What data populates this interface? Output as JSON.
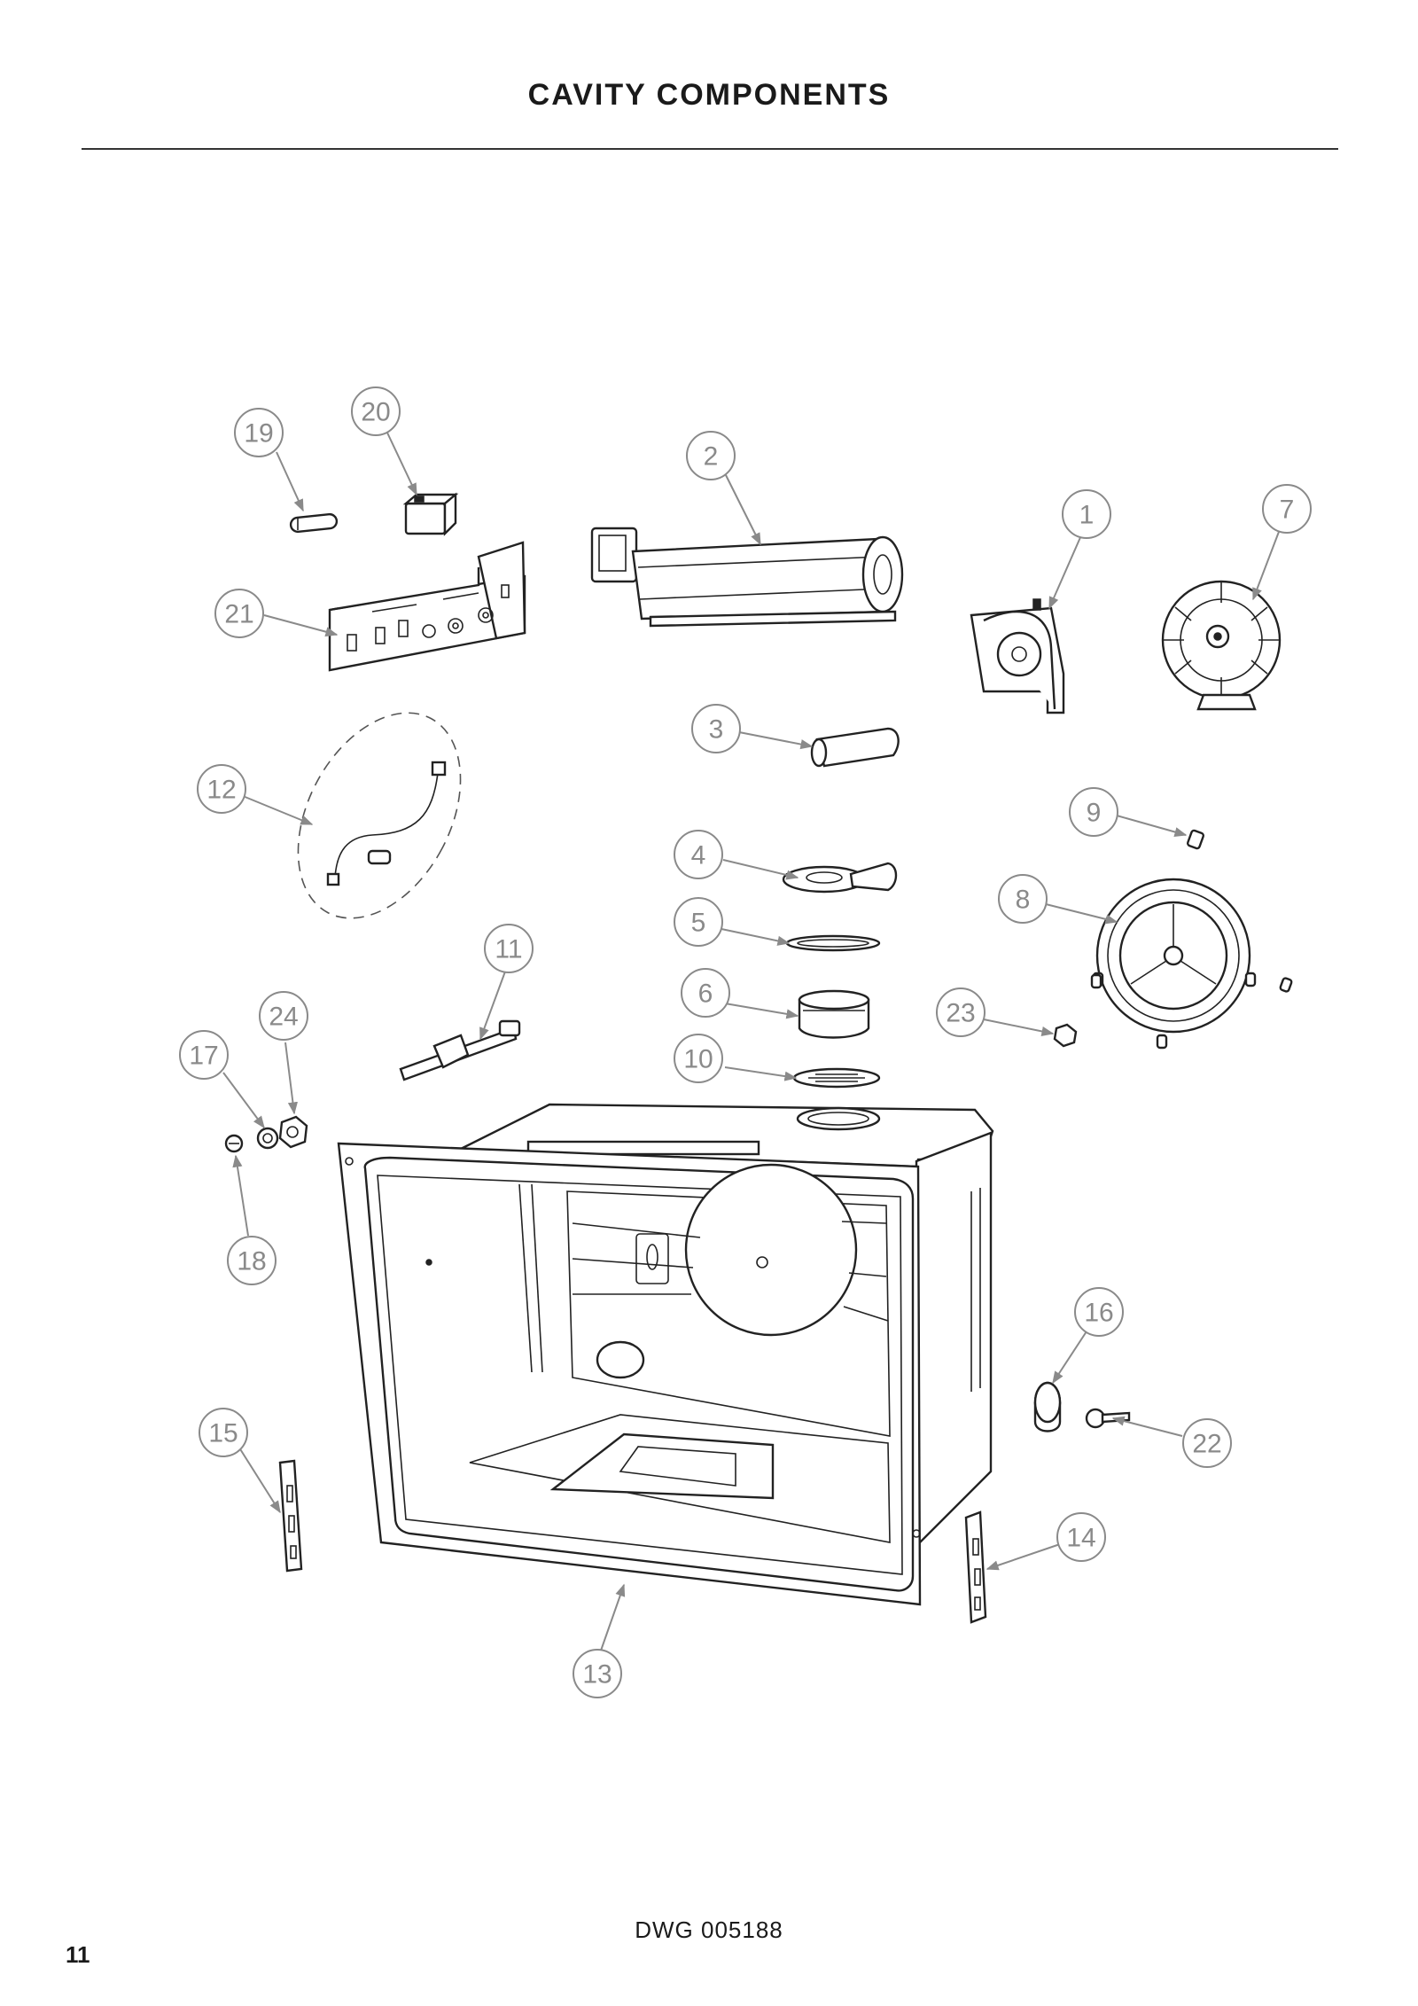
{
  "header": {
    "title": "CAVITY COMPONENTS"
  },
  "footer": {
    "drawing_number": "DWG 005188",
    "page_number": "11"
  },
  "callouts": [
    "1",
    "2",
    "3",
    "4",
    "5",
    "6",
    "7",
    "8",
    "9",
    "10",
    "11",
    "12",
    "13",
    "14",
    "15",
    "16",
    "17",
    "18",
    "19",
    "20",
    "21",
    "22",
    "23",
    "24"
  ],
  "colors": {
    "callout": "#8a8a8a",
    "line": "#222222",
    "background": "#ffffff"
  }
}
